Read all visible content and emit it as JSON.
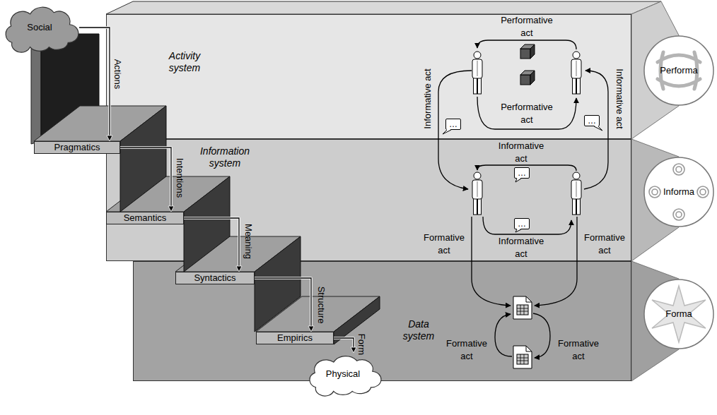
{
  "diagram": {
    "nodes": [
      {
        "text": [
          "Social"
        ]
      },
      {
        "text": [
          "Activity system"
        ]
      },
      {
        "text": [
          "…"
        ],
        "in": 1
      },
      {
        "text": [
          "…"
        ],
        "in": 1
      },
      {
        "text": [
          "Performa"
        ]
      },
      {
        "text": [
          "Pragmatics"
        ]
      },
      {
        "text": [
          "Information system"
        ]
      },
      {
        "text": [
          "…"
        ],
        "in": 6
      },
      {
        "text": [
          "…"
        ],
        "in": 6
      },
      {
        "text": [
          "Informa"
        ]
      },
      {
        "text": [
          "Semantics"
        ]
      },
      {
        "text": [
          "Syntactics"
        ]
      },
      {
        "text": [
          "Data system"
        ]
      },
      {
        "text": [
          "Forma"
        ]
      },
      {
        "text": [
          "Empirics"
        ]
      },
      {
        "text": [
          "Physical"
        ]
      }
    ],
    "edges": [
      {
        "from": 0,
        "to": 5,
        "label": "Actions",
        "arrow": "to"
      },
      {
        "from": 5,
        "to": 10,
        "label": "Intentions",
        "arrow": "to"
      },
      {
        "from": 10,
        "to": 11,
        "label": "Meaning",
        "arrow": "to"
      },
      {
        "from": 11,
        "to": 14,
        "label": "Structure",
        "arrow": "to"
      },
      {
        "from": 14,
        "to": 15,
        "label": "Form",
        "arrow": "to"
      }
    ],
    "labels": [
      "Performative act",
      "Informative act",
      "Informative act",
      "Performative act",
      "Informative act",
      "Formative act",
      "Informative act",
      "Formative act",
      "Formative act",
      "Formative act"
    ]
  }
}
